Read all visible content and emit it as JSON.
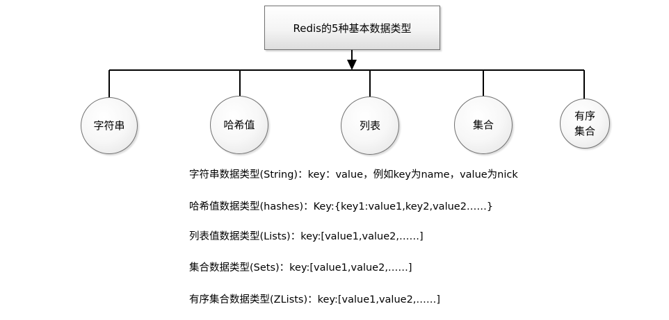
{
  "root": {
    "label": "Redis的5种基本数据类型"
  },
  "nodes": [
    {
      "label": "字符串"
    },
    {
      "label": "哈希值"
    },
    {
      "label": "列表"
    },
    {
      "label": "集合"
    },
    {
      "label": "有序\n集合"
    }
  ],
  "descriptions": [
    "字符串数据类型(String)：key：value，例如key为name，value为nick",
    "哈希值数据类型(hashes)：Key:{key1:value1,key2,value2……}",
    "列表值数据类型(Lists)：key:[value1,value2,……]",
    "集合数据类型(Sets)：key:[value1,value2,……]",
    "有序集合数据类型(ZLists)：key:[value1,value2,……]"
  ]
}
